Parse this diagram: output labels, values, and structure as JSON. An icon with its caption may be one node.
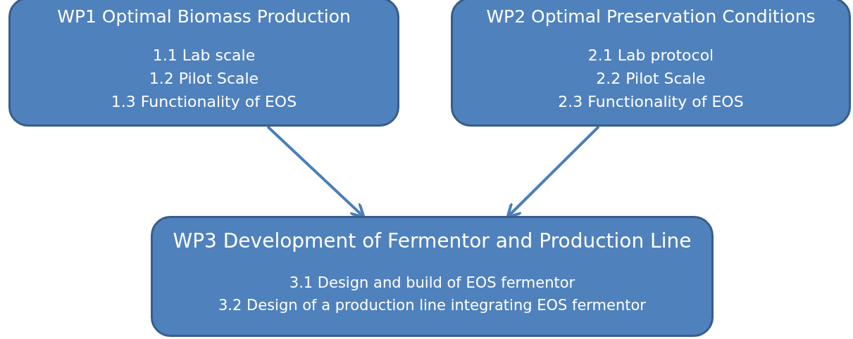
{
  "diagram": {
    "nodes": [
      {
        "text": [
          "WP1 Optimal Biomass Production",
          "1.1 Lab scale",
          "1.2 Pilot Scale",
          "1.3 Functionality of EOS"
        ]
      },
      {
        "text": [
          "WP2 Optimal Preservation Conditions",
          "2.1 Lab protocol",
          "2.2 Pilot Scale",
          "2.3 Functionality of EOS"
        ]
      },
      {
        "text": [
          "WP3 Development of Fermentor and Production Line",
          "3.1 Design and build of EOS fermentor",
          "3.2 Design of a production line integrating EOS fermentor"
        ]
      }
    ],
    "edges": [
      {
        "from": 0,
        "to": 2,
        "arrow": "to"
      },
      {
        "from": 1,
        "to": 2,
        "arrow": "to"
      }
    ]
  }
}
